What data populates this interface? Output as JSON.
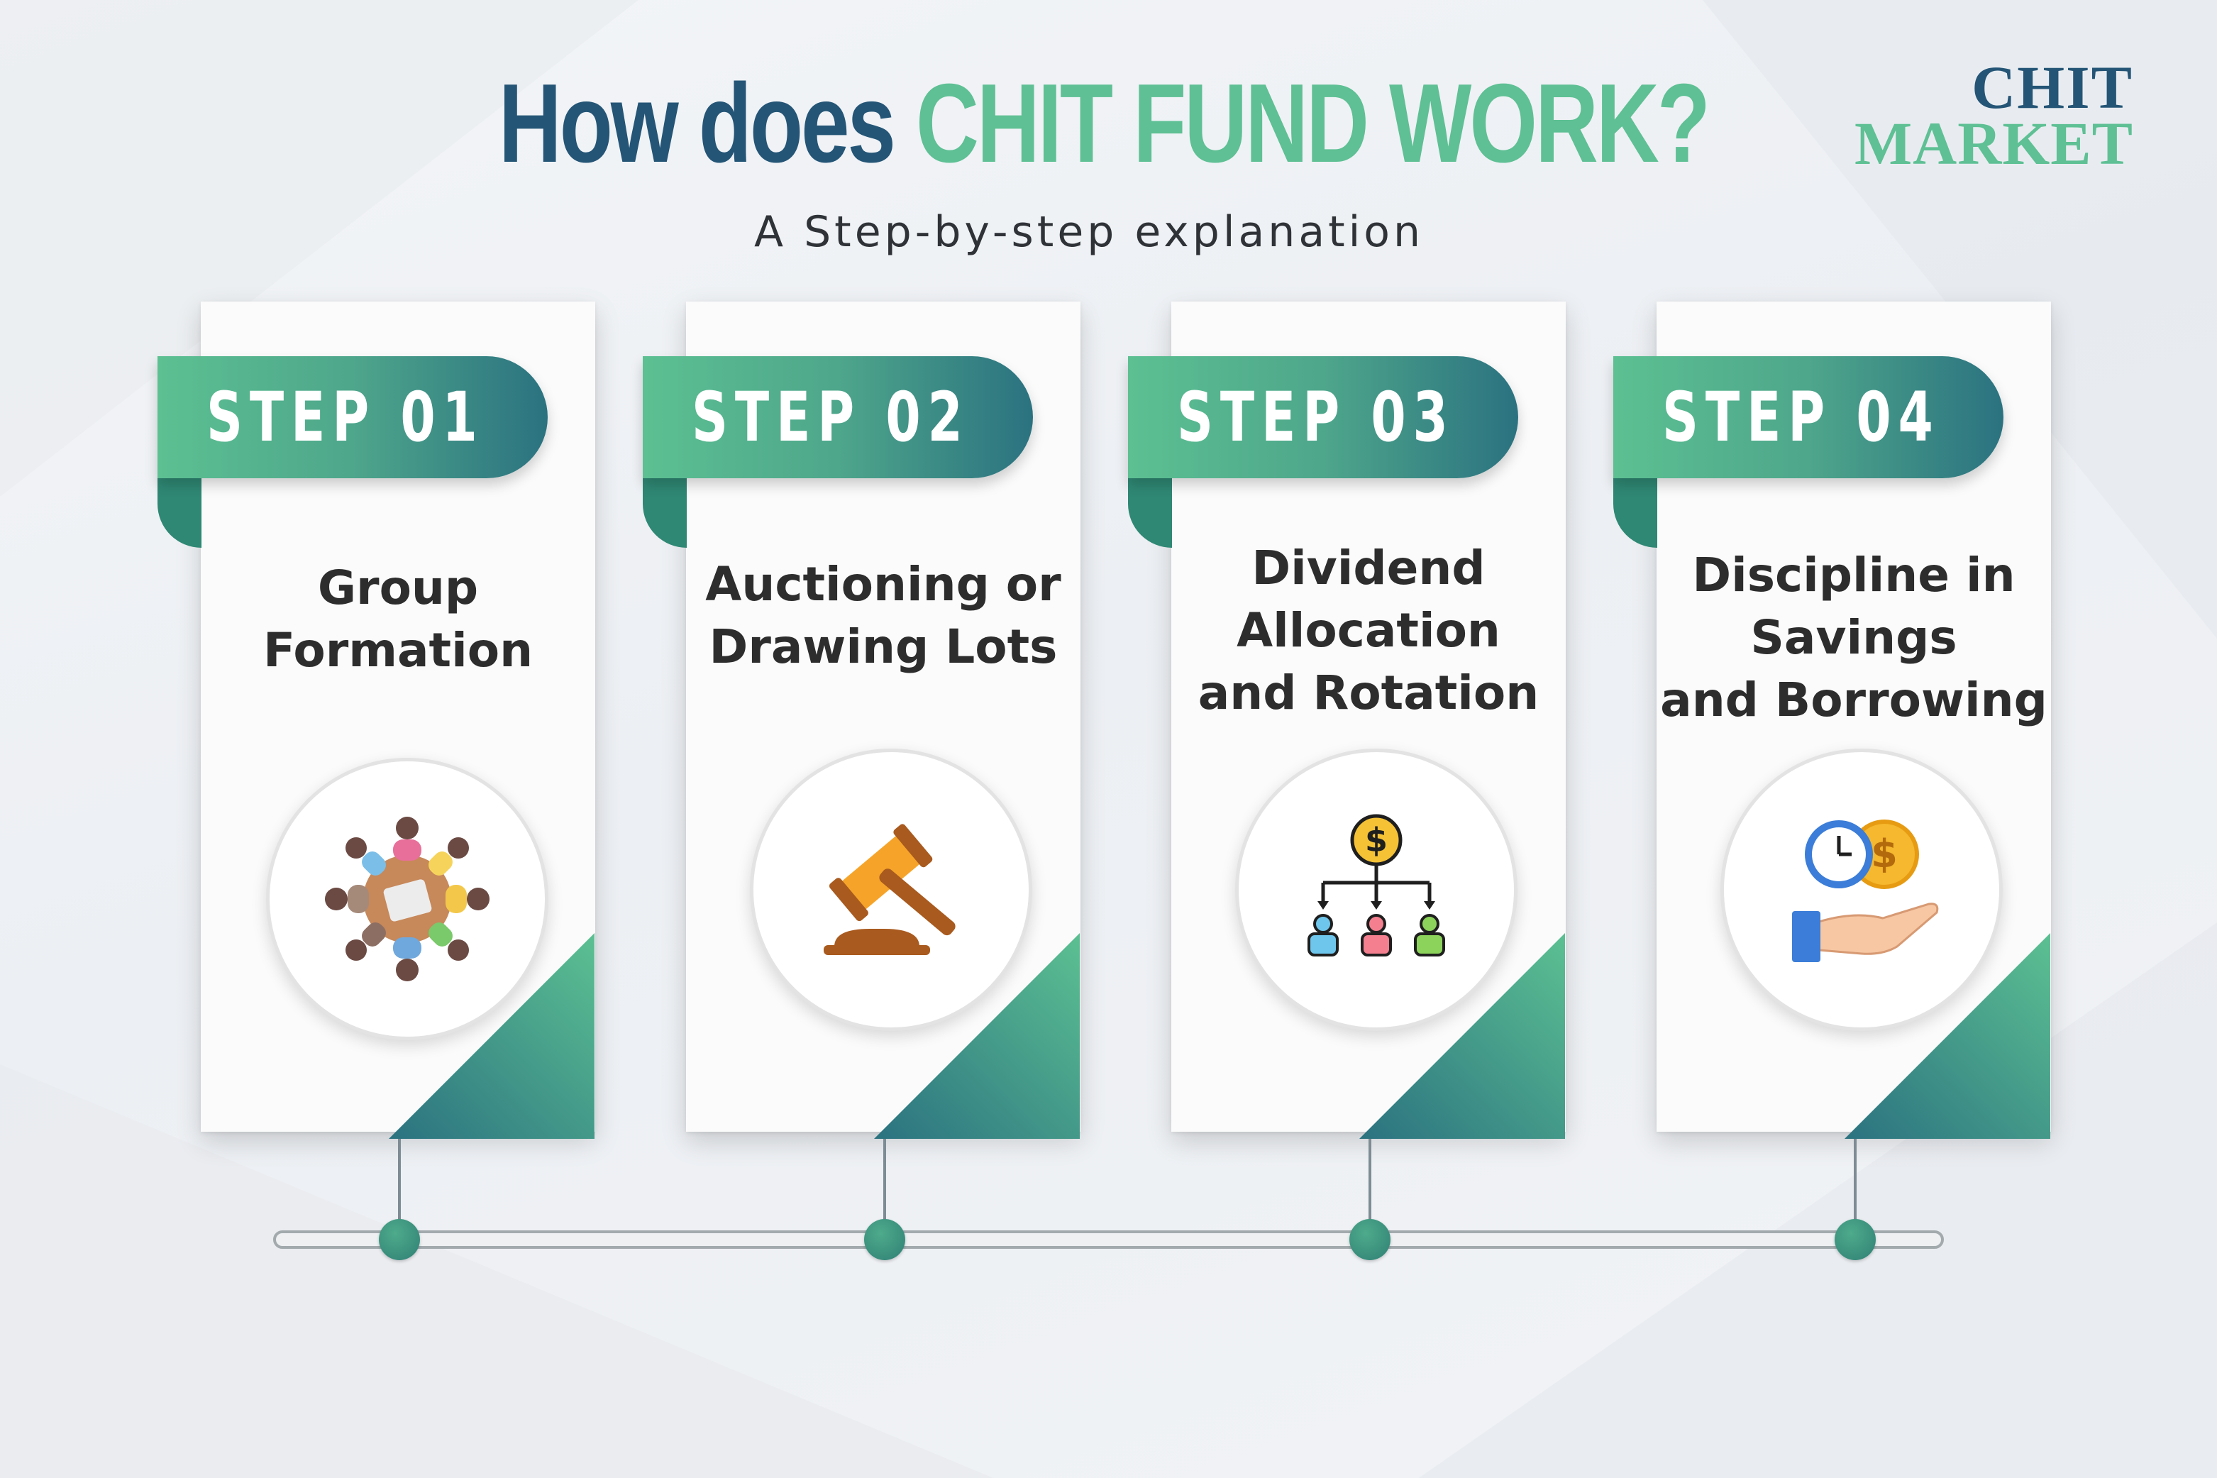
{
  "header": {
    "title_lead": "How does ",
    "title_highlight": "CHIT FUND WORK?",
    "subtitle": "A Step-by-step explanation"
  },
  "logo": {
    "line1": "CHIT",
    "line2": "MARKET"
  },
  "colors": {
    "title_dark": "#245576",
    "title_green": "#5ec094",
    "ribbon_start": "#5cc092",
    "ribbon_end": "#2b7280",
    "dot": "#3a8f7e"
  },
  "steps": [
    {
      "label": "STEP 01",
      "title": "Group\nFormation",
      "icon": "people-circle-icon"
    },
    {
      "label": "STEP 02",
      "title": "Auctioning or\nDrawing Lots",
      "icon": "gavel-icon"
    },
    {
      "label": "STEP 03",
      "title": "Dividend\nAllocation\nand Rotation",
      "icon": "dividend-distribution-icon"
    },
    {
      "label": "STEP 04",
      "title": "Discipline in\nSavings\nand Borrowing",
      "icon": "clock-coin-hand-icon"
    }
  ]
}
